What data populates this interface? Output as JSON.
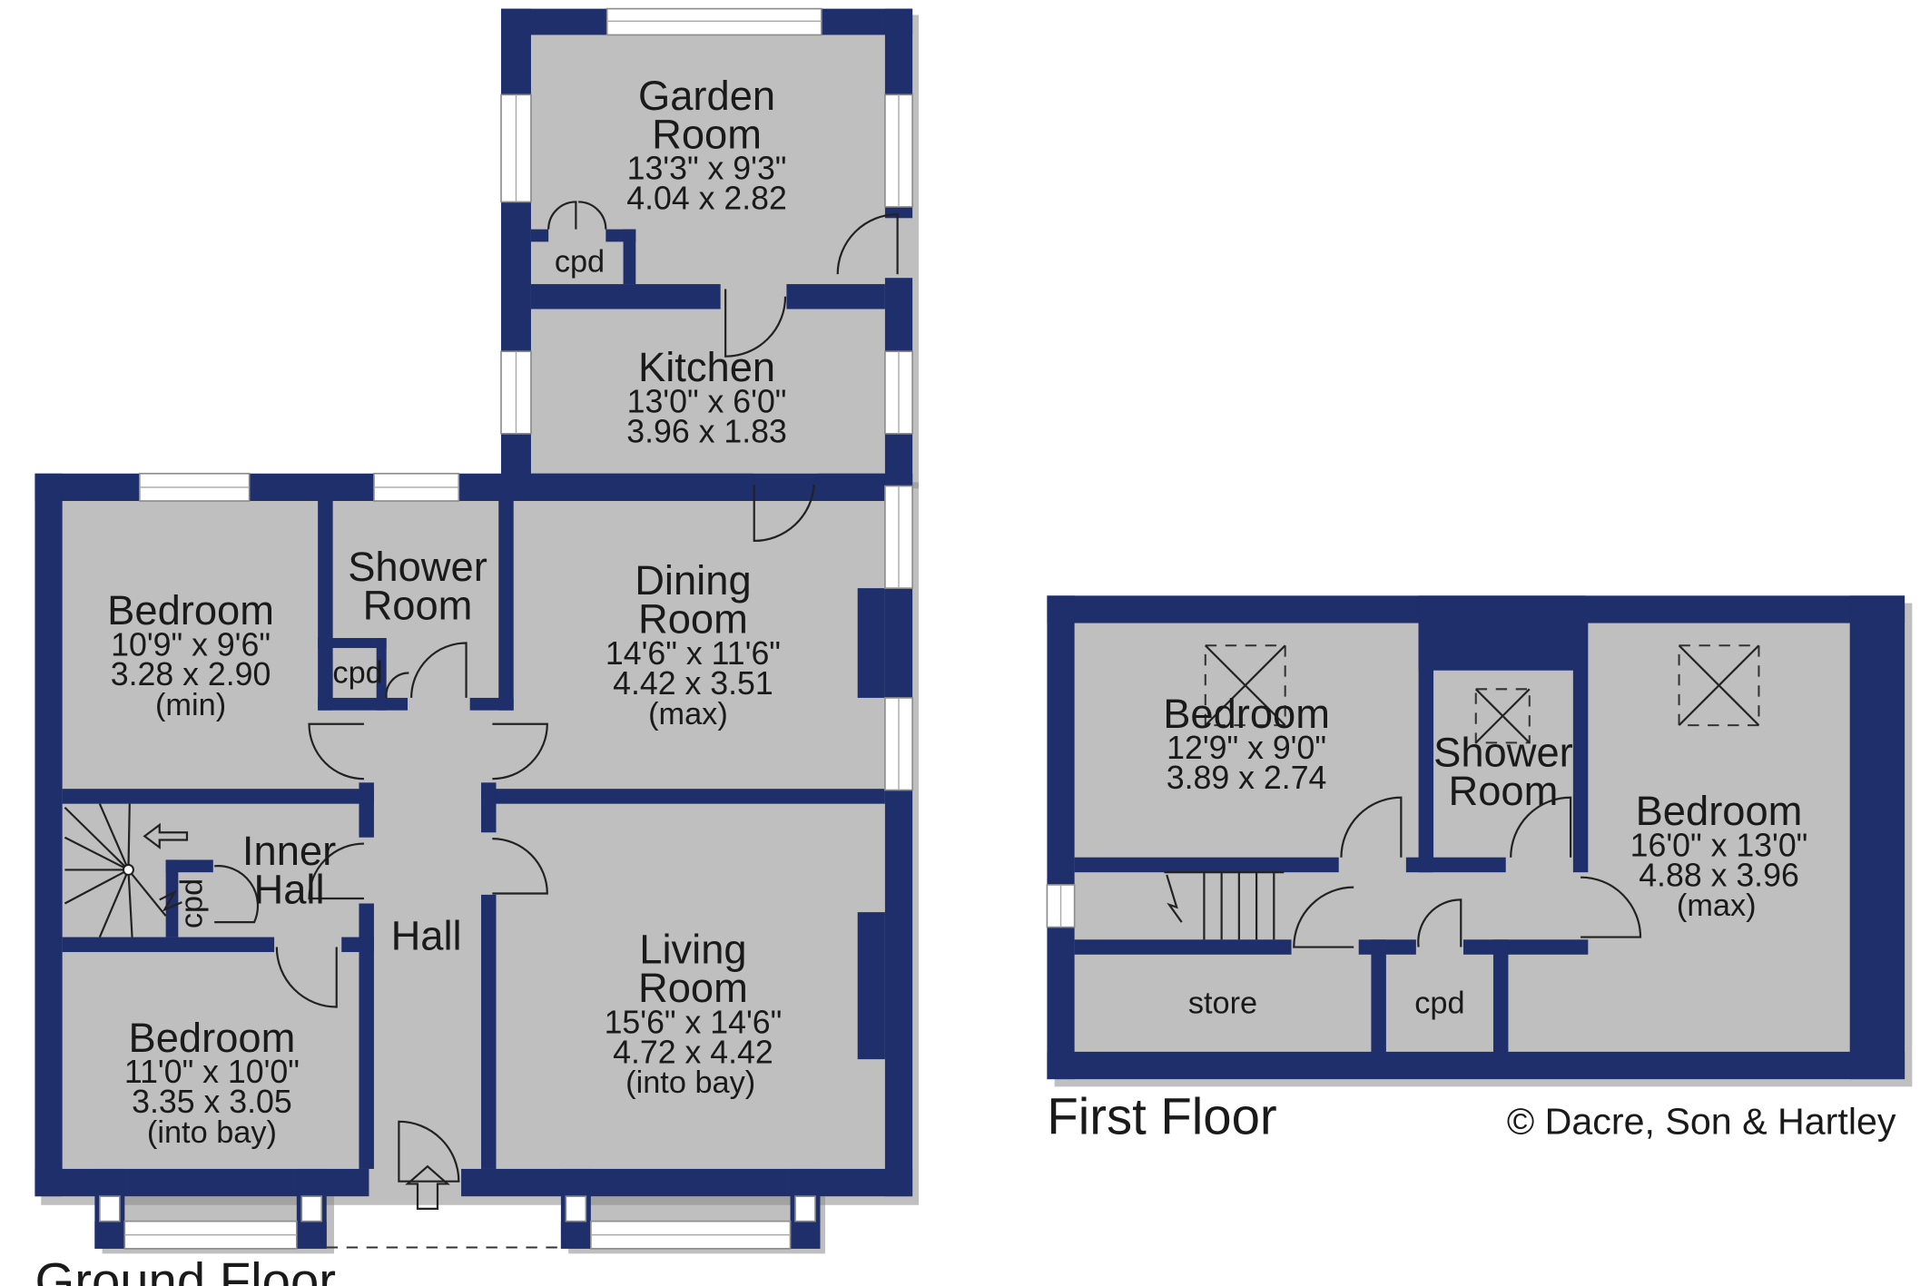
{
  "floors": {
    "ground": "Ground Floor",
    "first": "First Floor"
  },
  "copyright": "© Dacre, Son & Hartley",
  "rooms": {
    "garden_room": {
      "name1": "Garden",
      "name2": "Room",
      "imperial": "13'3\"  x  9'3\"",
      "metric": "4.04  x  2.82"
    },
    "kitchen": {
      "name1": "Kitchen",
      "imperial": "13'0\"  x  6'0\"",
      "metric": "3.96  x  1.83"
    },
    "shower_ground": {
      "name1": "Shower",
      "name2": "Room"
    },
    "dining_room": {
      "name1": "Dining",
      "name2": "Room",
      "imperial": "14'6\"  x  11'6\"",
      "metric": "4.42  x  3.51",
      "note": "(max)"
    },
    "bedroom_ground_1": {
      "name1": "Bedroom",
      "imperial": "10'9\"  x  9'6\"",
      "metric": "3.28  x  2.90",
      "note": "(min)"
    },
    "inner_hall": {
      "name1": "Inner",
      "name2": "Hall"
    },
    "hall": {
      "name1": "Hall"
    },
    "living_room": {
      "name1": "Living",
      "name2": "Room",
      "imperial": "15'6\"  x  14'6\"",
      "metric": "4.72  x  4.42",
      "note": "(into bay)"
    },
    "bedroom_ground_2": {
      "name1": "Bedroom",
      "imperial": "11'0\"  x  10'0\"",
      "metric": "3.35  x  3.05",
      "note": "(into bay)"
    },
    "bedroom_first_1": {
      "name1": "Bedroom",
      "imperial": "12'9\"  x  9'0\"",
      "metric": "3.89  x  2.74"
    },
    "shower_first": {
      "name1": "Shower",
      "name2": "Room"
    },
    "bedroom_first_2": {
      "name1": "Bedroom",
      "imperial": "16'0\"  x  13'0\"",
      "metric": "4.88  x  3.96",
      "note": "(max)"
    },
    "store": {
      "name1": "store"
    }
  },
  "cupboard_label": "cpd",
  "colors": {
    "wall": "#1e2f6b",
    "background": "#ffffff"
  }
}
